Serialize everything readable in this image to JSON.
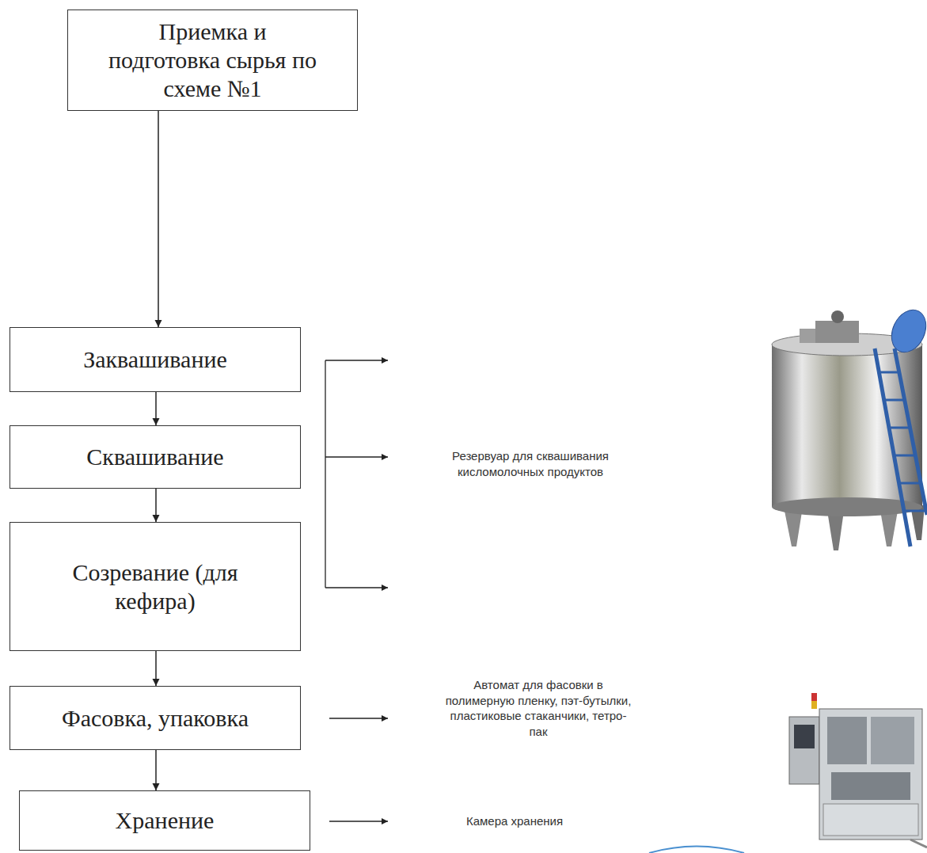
{
  "diagram": {
    "nodes": [
      {
        "text": [
          "Приемка и подготовка сырья по схеме №1"
        ]
      },
      {
        "text": [
          "Заквашивание"
        ]
      },
      {
        "text": [
          "Сквашивание"
        ]
      },
      {
        "text": [
          "Созревание (для кефира)"
        ]
      },
      {
        "text": [
          "Фасовка, упаковка"
        ]
      },
      {
        "text": [
          "Хранение"
        ]
      }
    ],
    "edges": [
      {
        "from": 0,
        "to": 1,
        "arrow": "to"
      },
      {
        "from": 1,
        "to": 2,
        "arrow": "to"
      },
      {
        "from": 2,
        "to": 3,
        "arrow": "to"
      },
      {
        "from": 3,
        "to": 4,
        "arrow": "to"
      },
      {
        "from": 4,
        "to": 5,
        "arrow": "to"
      }
    ],
    "labels": [
      "Резервуар для сквашивания кисломолочных продуктов",
      "Автомат для фасовки в полимерную пленку, пэт-бутылки, пластиковые стаканчики, тетро-пак",
      "Камера хранения"
    ]
  }
}
